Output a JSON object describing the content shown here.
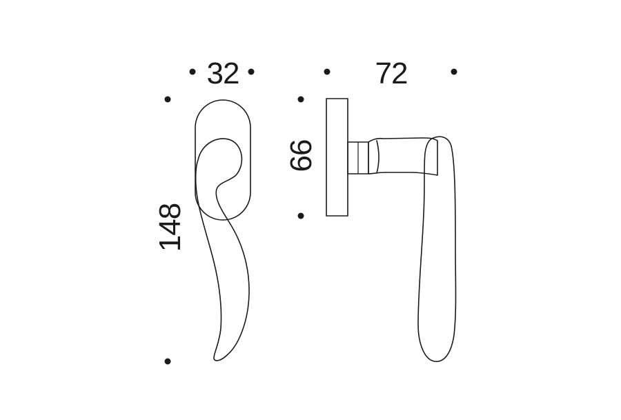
{
  "colors": {
    "background": "#ffffff",
    "ink": "#1a1a1a"
  },
  "front_view": {
    "width_label": "32",
    "height_label": "148"
  },
  "side_view": {
    "depth_label": "72",
    "rose_height_label": "66"
  }
}
